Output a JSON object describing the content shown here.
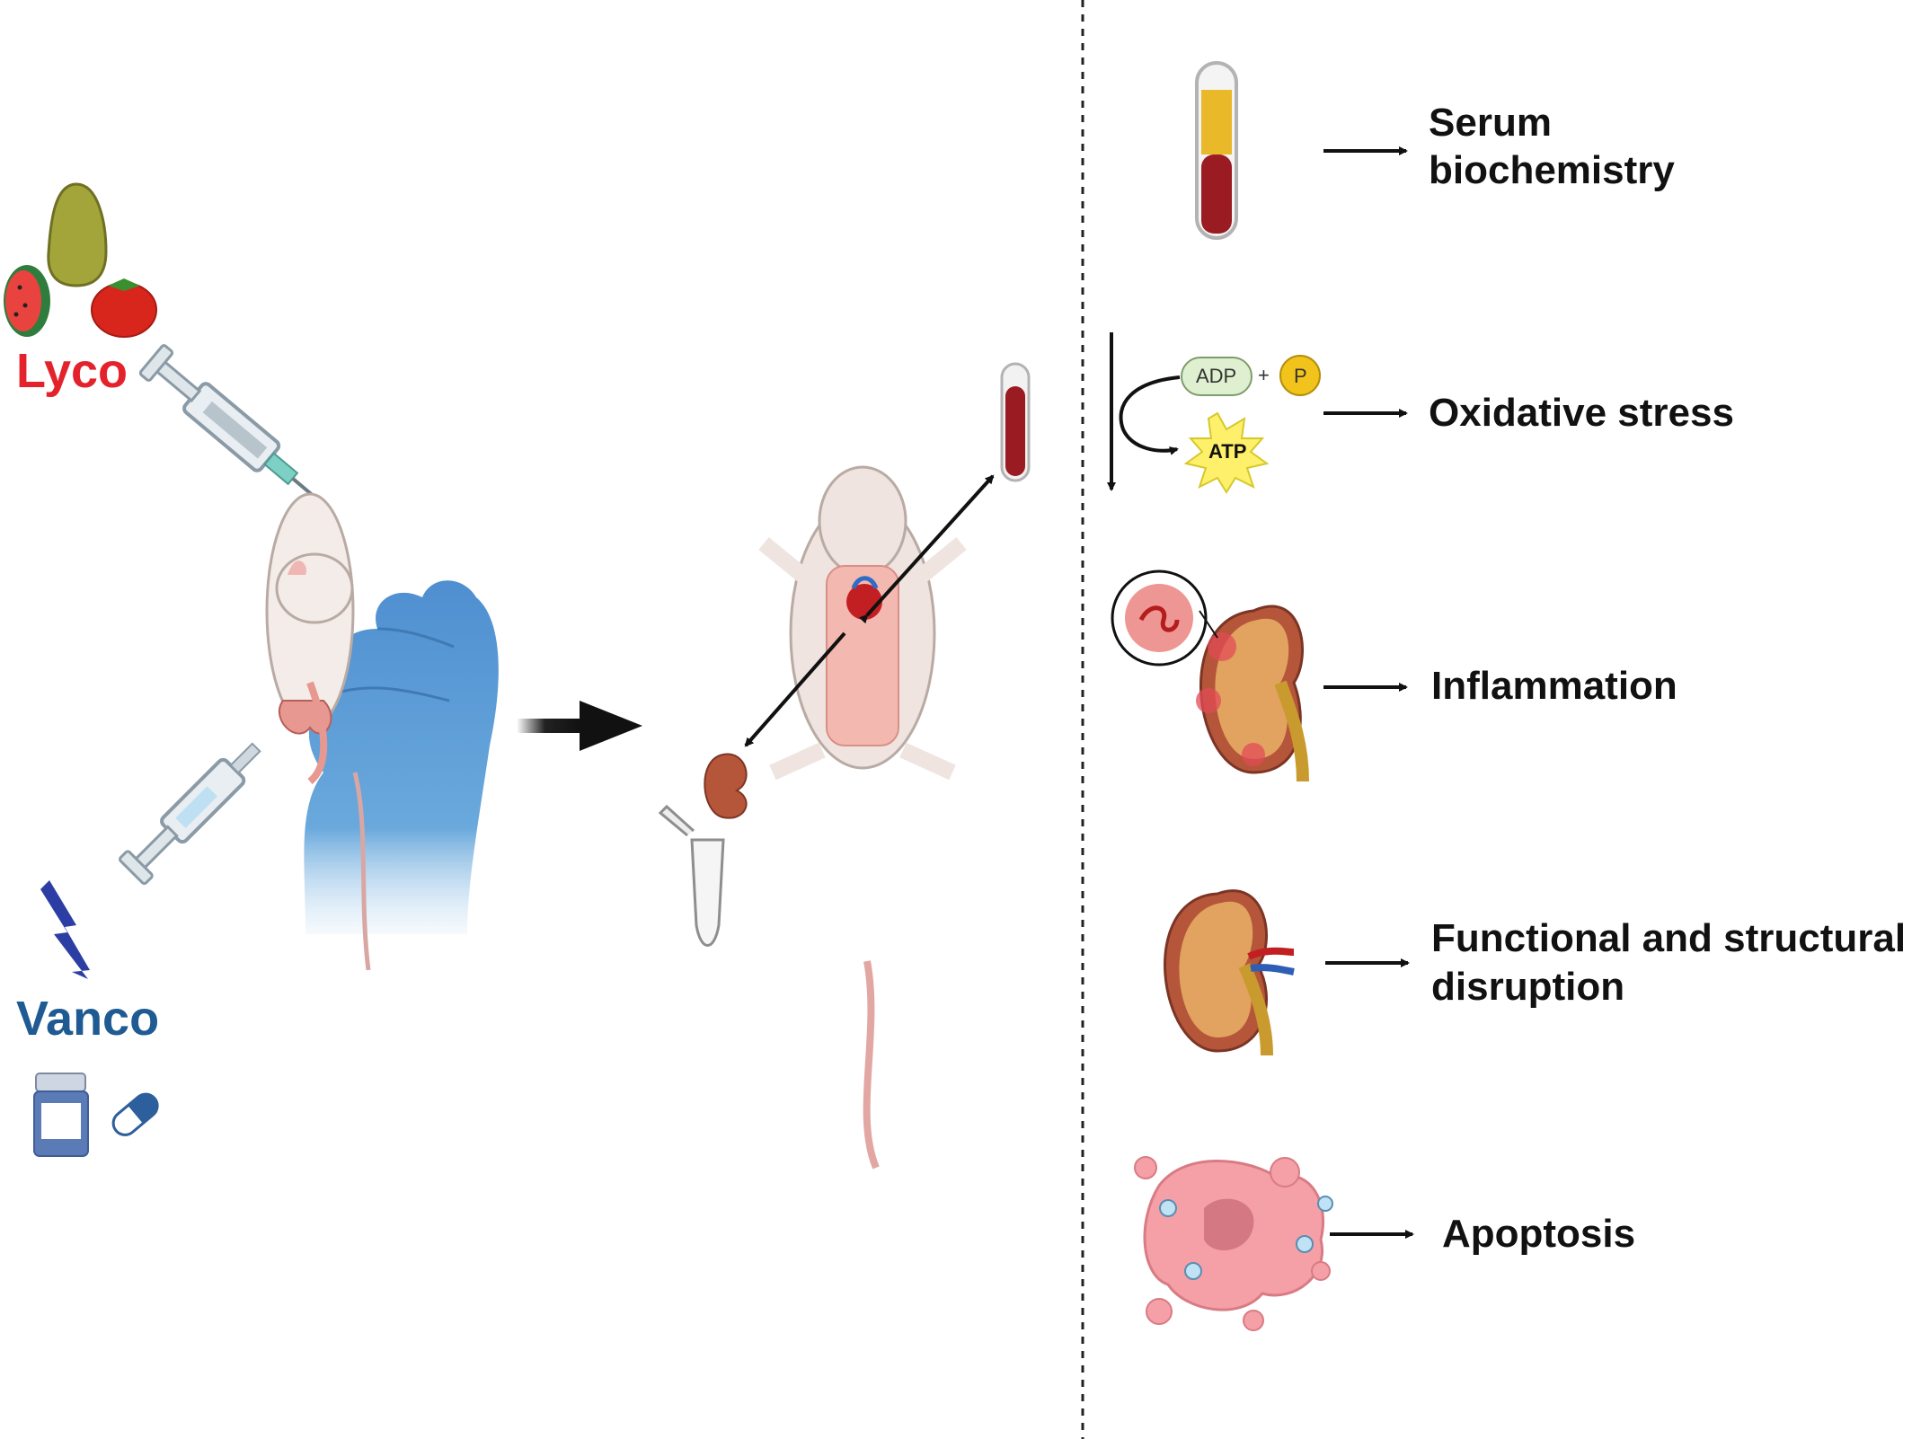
{
  "left": {
    "lyco_label": "Lyco",
    "vanco_label": "Vanco",
    "lyco_color": "#e3222b",
    "vanco_color": "#1f5a93"
  },
  "center": {
    "icons": [
      "syringe-icon",
      "rat-icon",
      "gloved-hand-icon",
      "blood-tube-icon",
      "kidney-icon",
      "microtube-icon",
      "heart-icon"
    ]
  },
  "outcomes": [
    {
      "line1": "Serum",
      "line2": "biochemistry"
    },
    {
      "line1": "Oxidative stress",
      "line2": ""
    },
    {
      "line1": "Inflammation",
      "line2": ""
    },
    {
      "line1": "Functional and structural",
      "line2": "disruption"
    },
    {
      "line1": "Apoptosis",
      "line2": ""
    }
  ],
  "atp_cycle": {
    "adp": "ADP",
    "plus": "+",
    "p": "P",
    "atp": "ATP"
  },
  "colors": {
    "glove": "#5b9bd5",
    "blood": "#9b1b22",
    "serum": "#e9b92a",
    "kidney": "#b5563a",
    "apoptosis": "#f4a0a6"
  }
}
